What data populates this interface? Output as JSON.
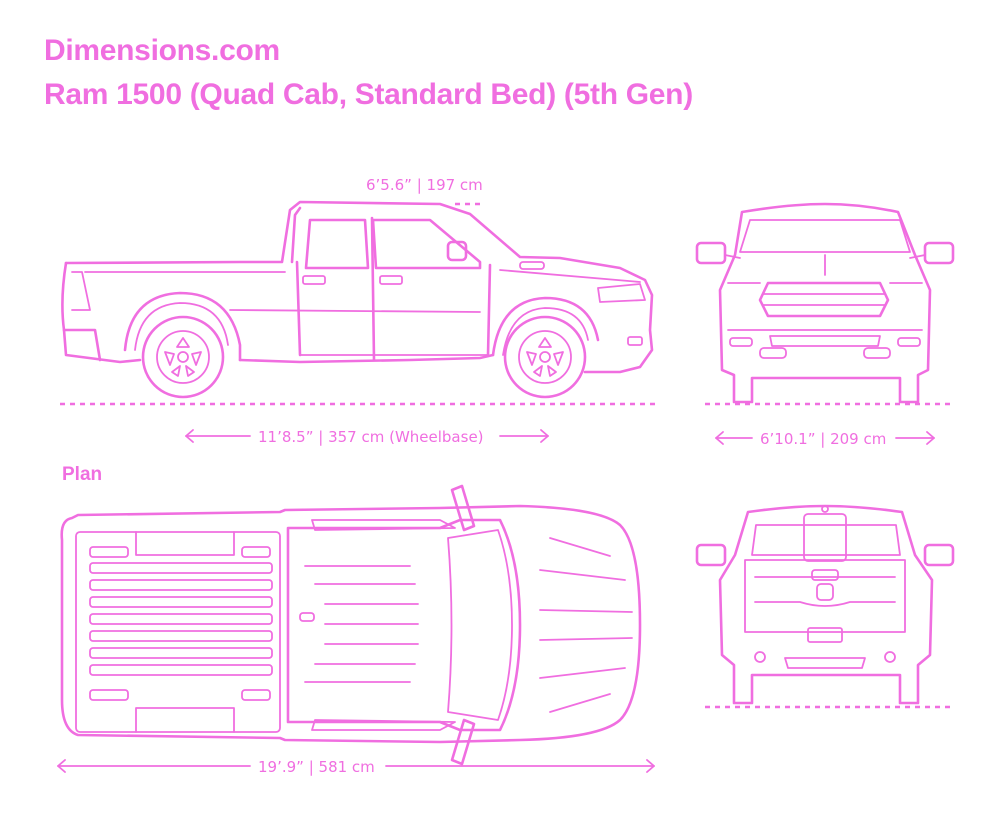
{
  "header": {
    "site": "Dimensions.com",
    "title": "Ram 1500 (Quad Cab, Standard Bed) (5th Gen)"
  },
  "dimensions": {
    "height": "6’5.6” | 197 cm",
    "wheelbase": "11’8.5” | 357 cm (Wheelbase)",
    "width": "6’10.1” | 209 cm",
    "length": "19’.9” | 581 cm"
  },
  "views": {
    "side": "side-elevation",
    "front": "front-elevation",
    "plan_label": "Plan",
    "rear": "rear-elevation"
  },
  "colors": {
    "accent": "#f06ee0",
    "background": "#ffffff"
  }
}
